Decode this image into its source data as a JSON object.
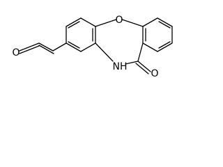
{
  "molecule": {
    "atoms": {
      "ring_oxygen": "O",
      "carbonyl_oxygen": "O",
      "amide_nh": "NH",
      "aldehyde_oxygen": "O"
    },
    "colors": {
      "bond": "#000000",
      "label": "#000000",
      "background": "#ffffff"
    }
  }
}
